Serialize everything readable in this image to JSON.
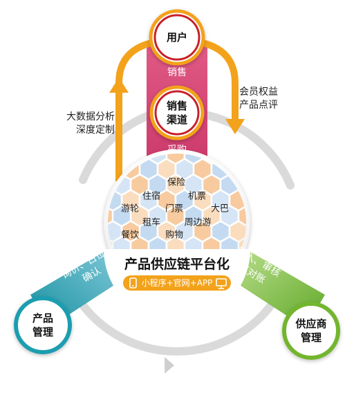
{
  "nodes": {
    "user": "用户",
    "sales_channel": [
      "销售",
      "渠道"
    ],
    "product_mgmt": [
      "产品",
      "管理"
    ],
    "supplier_mgmt": [
      "供应商",
      "管理"
    ]
  },
  "flows": {
    "sales": "销售",
    "procurement": "采购",
    "left_arrow": [
      "大数据分析",
      "深度定制"
    ],
    "right_arrow": [
      "会员权益",
      "产品点评"
    ],
    "teal_band": [
      "询价、占位",
      "确认"
    ],
    "green_band": [
      "签入、审核",
      "结算对账"
    ]
  },
  "platform": {
    "title": "产品供应链平台化",
    "channels": "小程序+官网+APP"
  },
  "products": [
    "保险",
    "住宿",
    "机票",
    "游轮",
    "门票",
    "大巴",
    "租车",
    "周边游",
    "餐饮",
    "购物"
  ],
  "colors": {
    "orange": "#F3A21B",
    "red_ring": "#C8202A",
    "pink_band": "#D9487A",
    "teal": "#1E9DB0",
    "green": "#73B52F",
    "hex_orange": "#F6C28E",
    "hex_blue": "#B9D3EE"
  }
}
